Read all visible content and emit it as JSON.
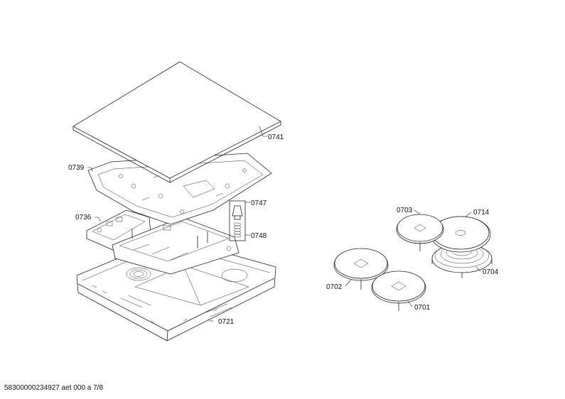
{
  "callouts": {
    "p0741": "0741",
    "p0739": "0739",
    "p0736": "0736",
    "p0747": "0747",
    "p0748": "0748",
    "p0721": "0721",
    "p0703": "0703",
    "p0714": "0714",
    "p0704": "0704",
    "p0702": "0702",
    "p0701": "0701"
  },
  "footer": {
    "doc_ref": "58300000234927 aet 000 a 7/8"
  }
}
